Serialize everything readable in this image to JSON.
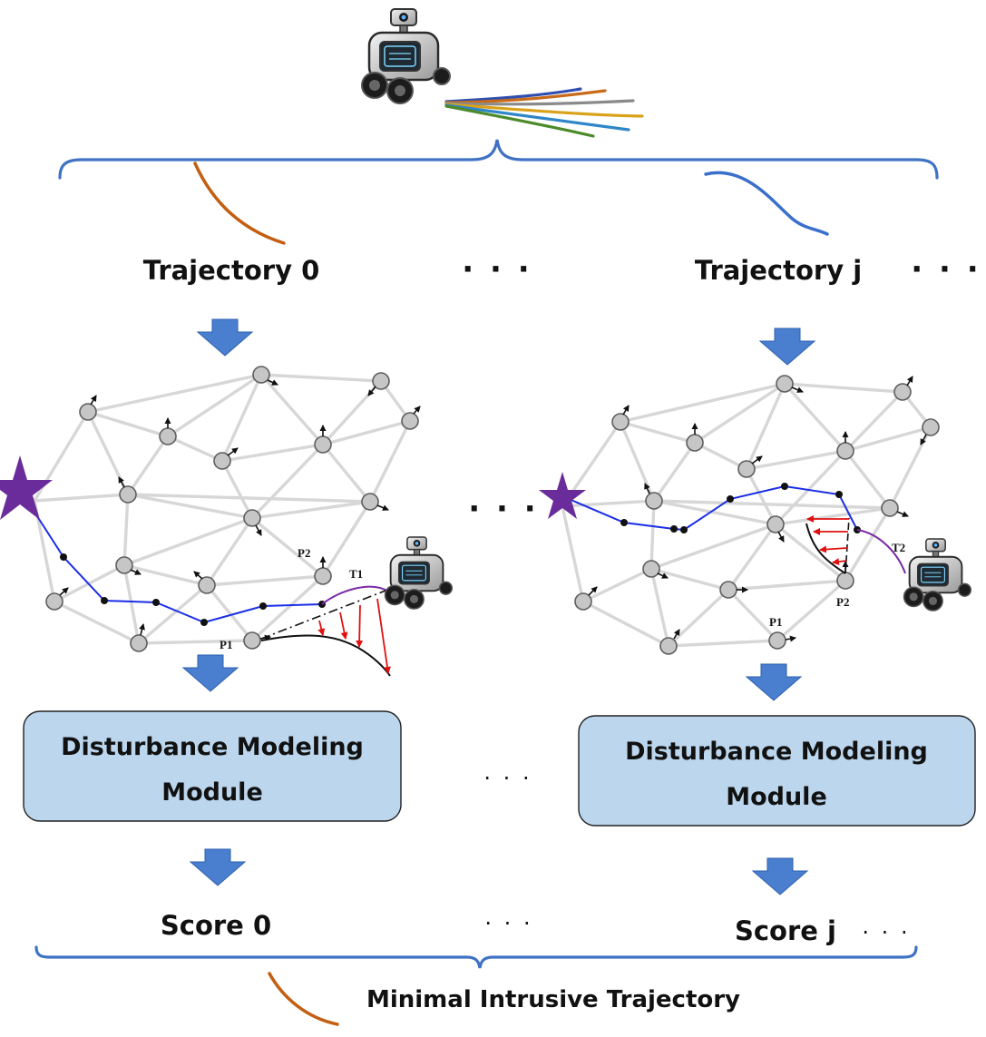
{
  "labels": {
    "trajectory_0": "Trajectory 0",
    "trajectory_j": "Trajectory j",
    "ellipsis": "· · ·",
    "module_line1": "Disturbance Modeling",
    "module_line2": "Module",
    "score_0": "Score 0",
    "score_j": "Score j",
    "result": "Minimal Intrusive Trajectory"
  },
  "graph_labels": {
    "left": {
      "p1": "P1",
      "p2": "P2",
      "t": "T1"
    },
    "right": {
      "p1": "P1",
      "p2": "P2",
      "t": "T2"
    }
  },
  "colors": {
    "flow_arrow": "#4a7fcf",
    "brace": "#3f72c4",
    "box_fill": "#bcd6ee",
    "trajectory_0_curve": "#c35e12",
    "trajectory_j_curve": "#3a70cc",
    "start_star": "#6a2c9a",
    "planned_path": "#1a2ee6",
    "trajectory_arc": "#7a2aa6",
    "disturbance_arrow": "#e01010",
    "fan_lines": [
      "#2f4fb0",
      "#c86a1a",
      "#8a8a8a",
      "#d9a21a",
      "#2f86c8",
      "#4c8a2a"
    ]
  },
  "icons": [
    "robot-icon",
    "star-icon",
    "down-arrow-icon"
  ]
}
